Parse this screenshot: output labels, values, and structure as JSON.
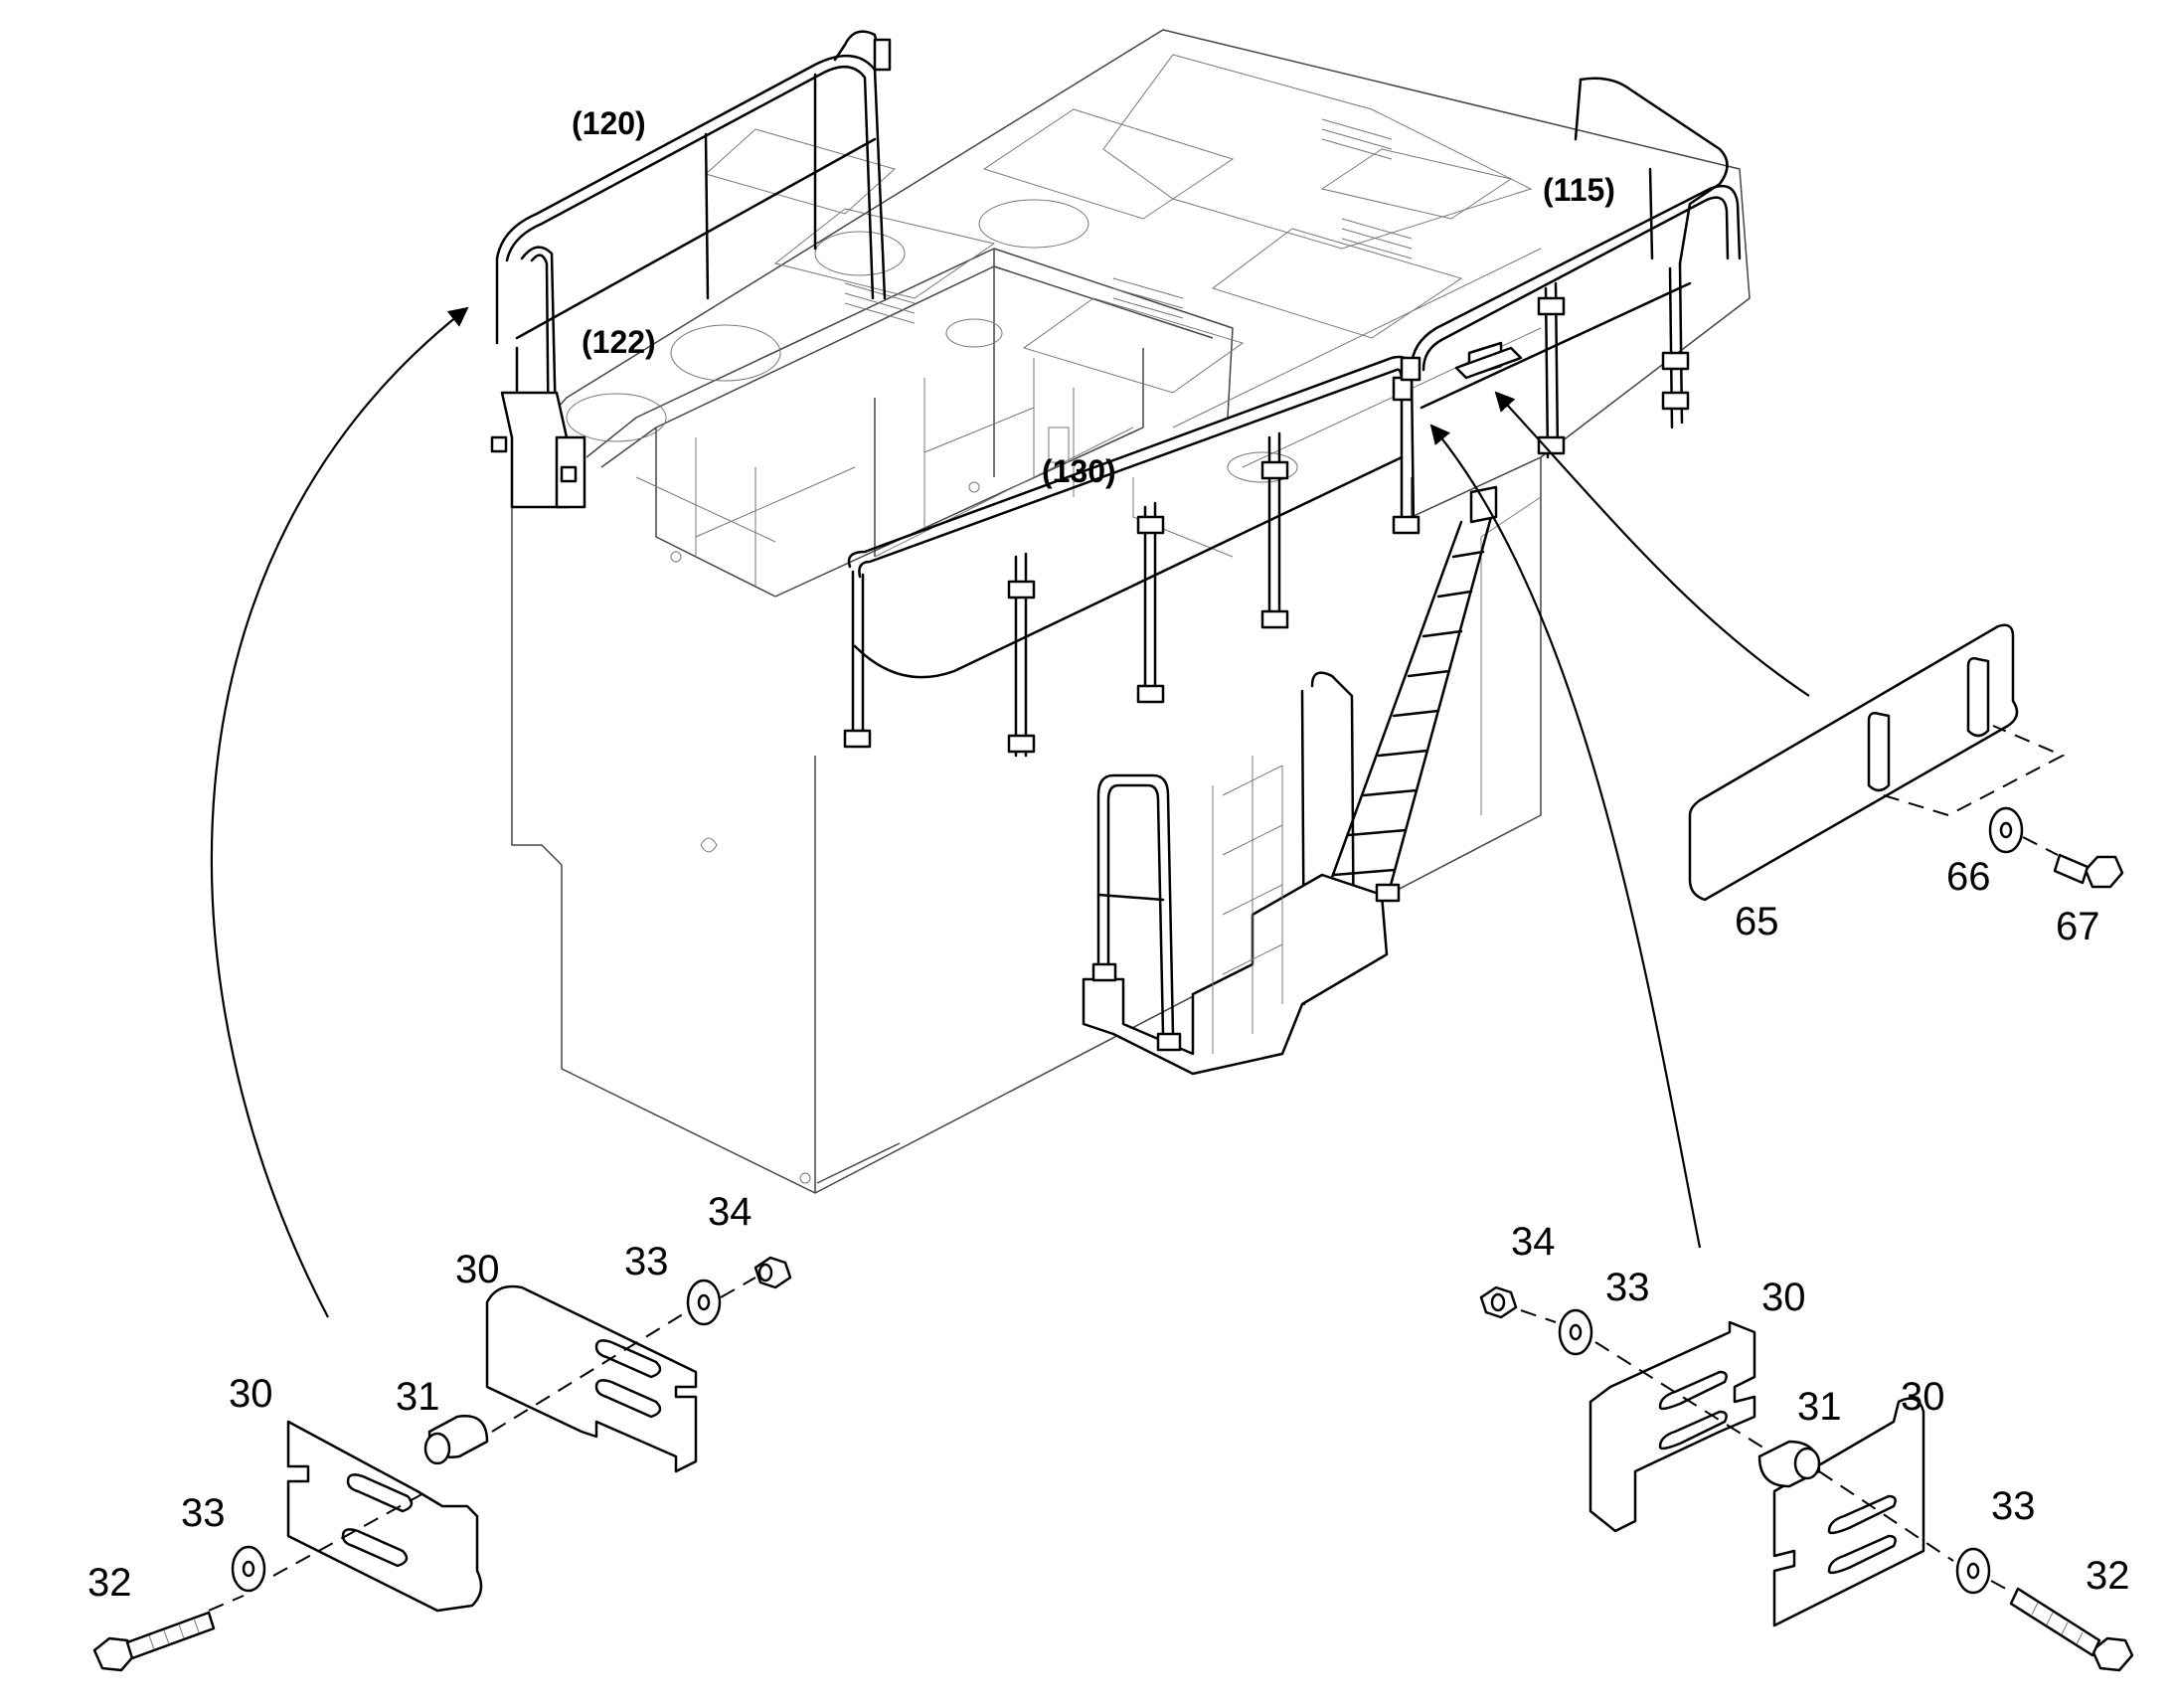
{
  "assembly_labels": {
    "g115": "(115)",
    "g120": "(120)",
    "g122": "(122)",
    "g130": "(130)"
  },
  "callouts": {
    "c30a": "30",
    "c30b": "30",
    "c30c": "30",
    "c30d": "30",
    "c31a": "31",
    "c31b": "31",
    "c32a": "32",
    "c32b": "32",
    "c33a": "33",
    "c33b": "33",
    "c33c": "33",
    "c33d": "33",
    "c34a": "34",
    "c34b": "34",
    "c65": "65",
    "c66": "66",
    "c67": "67"
  }
}
